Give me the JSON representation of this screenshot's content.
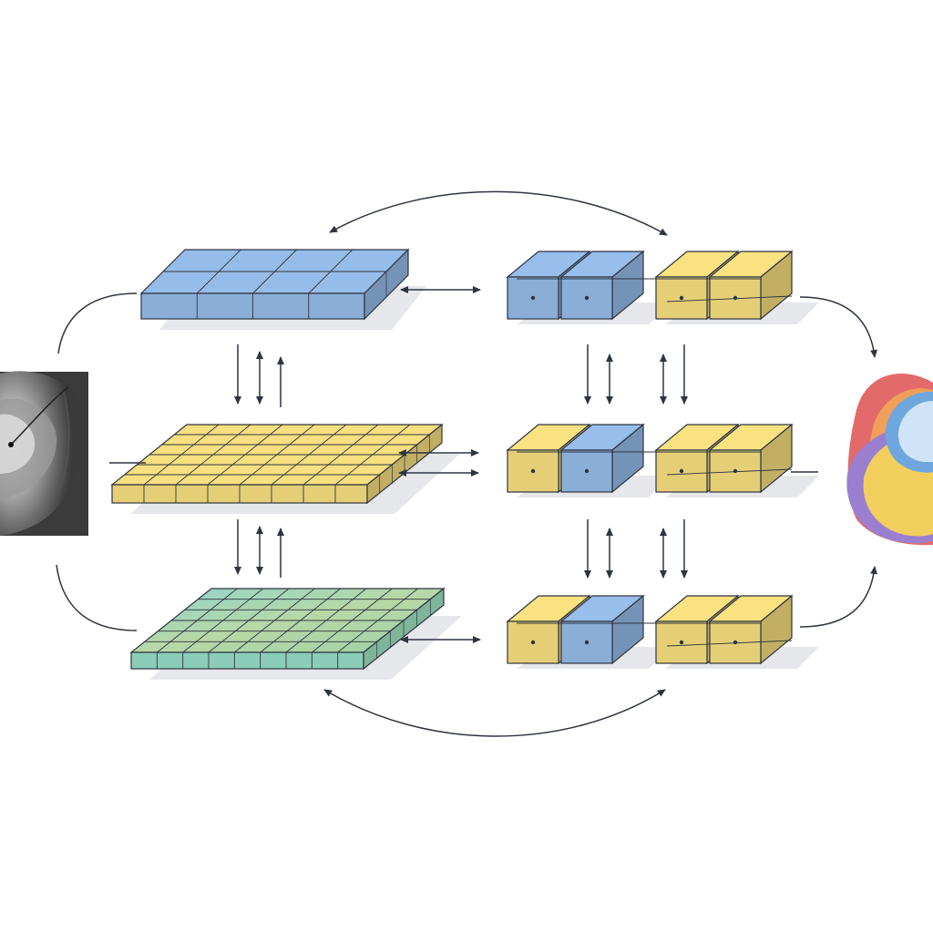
{
  "diagram": {
    "input_image": {
      "icon": "grayscale-scan-icon",
      "label": ""
    },
    "output_image": {
      "icon": "color-segmentation-icon",
      "label": ""
    },
    "grids": [
      {
        "id": "grid-top",
        "color": "#8fb3de",
        "rows": 2,
        "cols": 4,
        "label": ""
      },
      {
        "id": "grid-middle",
        "color": "#ecd57a",
        "rows": 6,
        "cols": 8,
        "label": ""
      },
      {
        "id": "grid-bottom",
        "color": "#9fd0c6",
        "rows": 6,
        "cols": 9,
        "label": ""
      }
    ],
    "block_groups": [
      {
        "id": "blocks-top",
        "colors": [
          "#8fb3de",
          "#8fb3de",
          "#ecd57a",
          "#ecd57a"
        ]
      },
      {
        "id": "blocks-middle",
        "colors": [
          "#ecd57a",
          "#8fb3de",
          "#ecd57a",
          "#ecd57a"
        ]
      },
      {
        "id": "blocks-bottom",
        "colors": [
          "#ecd57a",
          "#8fb3de",
          "#ecd57a",
          "#ecd57a"
        ]
      }
    ],
    "colors": {
      "blue": "#8fb3de",
      "yellow": "#ecd57a",
      "teal": "#9fd0c6",
      "stroke": "#2e3440",
      "shadow": "#e6e7ea"
    }
  }
}
